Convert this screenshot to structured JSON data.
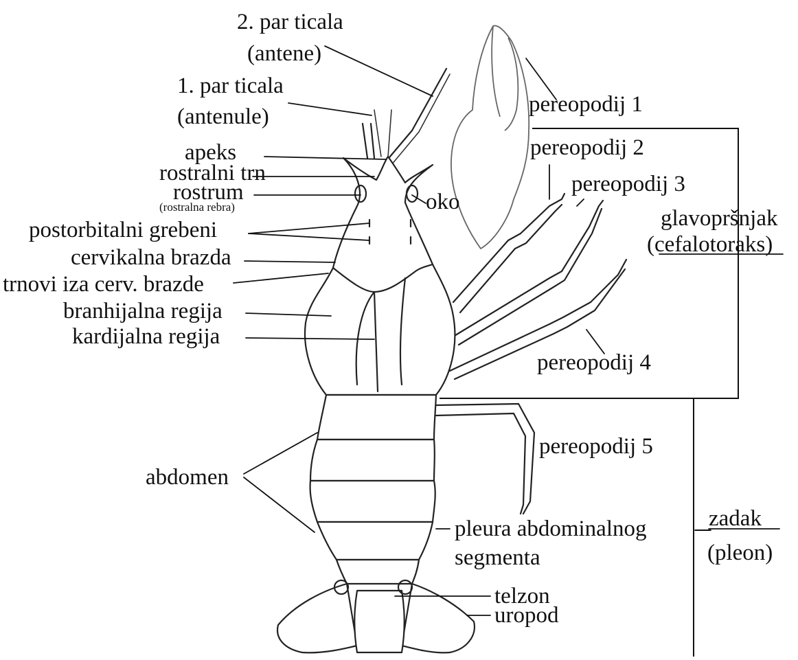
{
  "labels": {
    "antenna2_line1": "2. par ticala",
    "antenna2_line2": "(antene)",
    "antennule_line1": "1. par ticala",
    "antennule_line2": "(antenule)",
    "pereopod1": "pereopodij 1",
    "pereopod2": "pereopodij 2",
    "pereopod3": "pereopodij 3",
    "pereopod4": "pereopodij 4",
    "pereopod5": "pereopodij 5",
    "apex": "apeks",
    "rostral_spine": "rostralni trn",
    "rostrum": "rostrum",
    "rostral_ribs": "(rostralna rebra)",
    "eye": "oko",
    "postorbital_ridges": "postorbitalni grebeni",
    "cervical_groove": "cervikalna brazda",
    "spines_behind_groove": "trnovi iza cerv. brazde",
    "branchial_region": "branhijalna regija",
    "cardiac_region": "kardijalna regija",
    "cephalothorax_line1": "glavopršnjak",
    "cephalothorax_line2": "(cefalotoraks)",
    "abdomen": "abdomen",
    "pleura_line1": "pleura abdominalnog",
    "pleura_line2": "segmenta",
    "pleon_line1": "zadak",
    "pleon_line2": "(pleon)",
    "telson": "telzon",
    "uropod": "uropod"
  }
}
